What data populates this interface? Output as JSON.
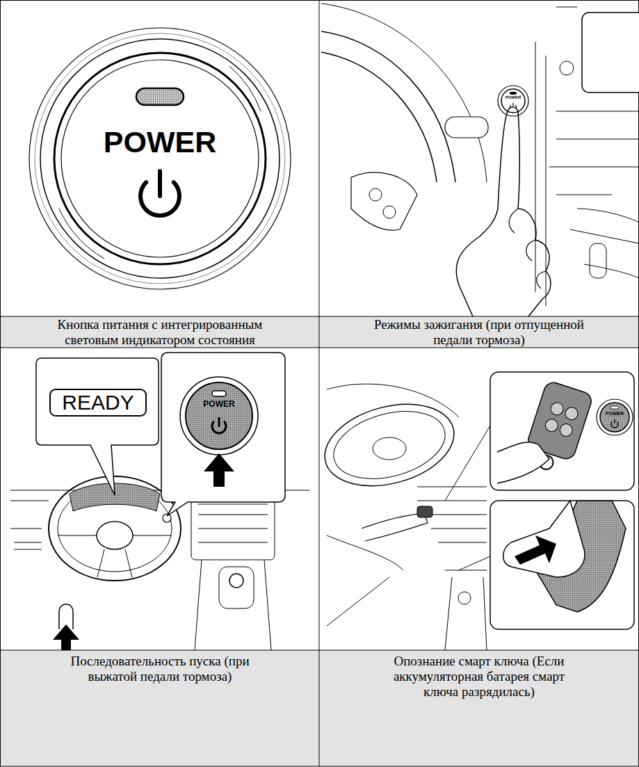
{
  "diagram": {
    "labels": [
      "POWER",
      "POWER",
      "Кнопка питания с интегрированным световым индикатором состояния",
      "Режимы зажигания (при отпущенной педали тормоза)",
      "READY",
      "POWER",
      "POWER",
      "Последовательность пуска (при выжатой педали тормоза)",
      "Опознание смарт ключа (Если аккумуляторная батарея смарт ключа разрядилась)"
    ]
  }
}
